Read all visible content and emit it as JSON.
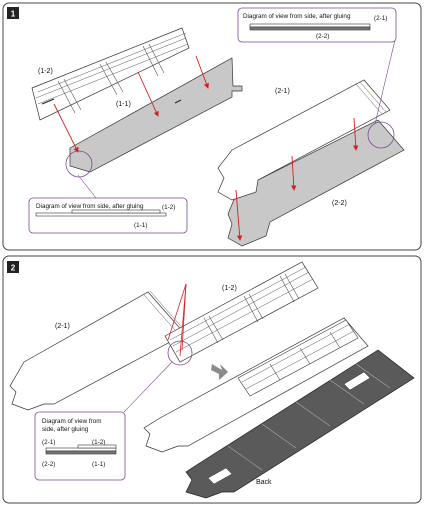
{
  "steps": [
    {
      "number": "1",
      "labels": {
        "part_a": "(1-2)",
        "part_b": "(1-1)",
        "part_c": "(2-1)",
        "part_d": "(2-2)"
      },
      "callout_left": {
        "caption": "Diagram of view from side, after gluing",
        "top_label": "(1-2)",
        "bottom_label": "(1-1)"
      },
      "callout_right": {
        "caption": "Diagram of view from side, after gluing",
        "top_label": "(2-1)",
        "bottom_label": "(2-2)"
      }
    },
    {
      "number": "2",
      "labels": {
        "part_a": "(2-1)",
        "part_b": "(1-2)",
        "back": "Back"
      },
      "callout": {
        "caption_line1": "Diagram of view from",
        "caption_line2": "side, after gluing",
        "l1": "(2-1)",
        "l2": "(1-2)",
        "l3": "(2-2)",
        "l4": "(1-1)"
      }
    }
  ],
  "colors": {
    "frame": "#444444",
    "arrow": "#d42020",
    "callout": "#7a4a8e",
    "gray_panel": "#c8c8c8",
    "dark_panel": "#5a5a5a",
    "step_arrow": "#8a8a8a"
  }
}
